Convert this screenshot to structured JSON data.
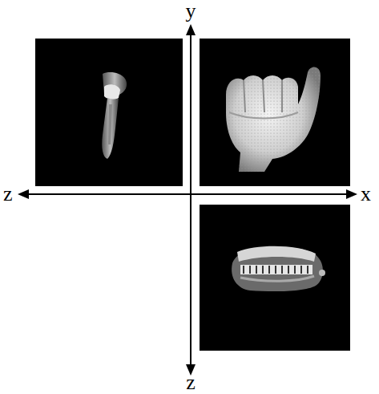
{
  "diagram": {
    "labels": [
      "y",
      "z",
      "x",
      "z"
    ]
  }
}
